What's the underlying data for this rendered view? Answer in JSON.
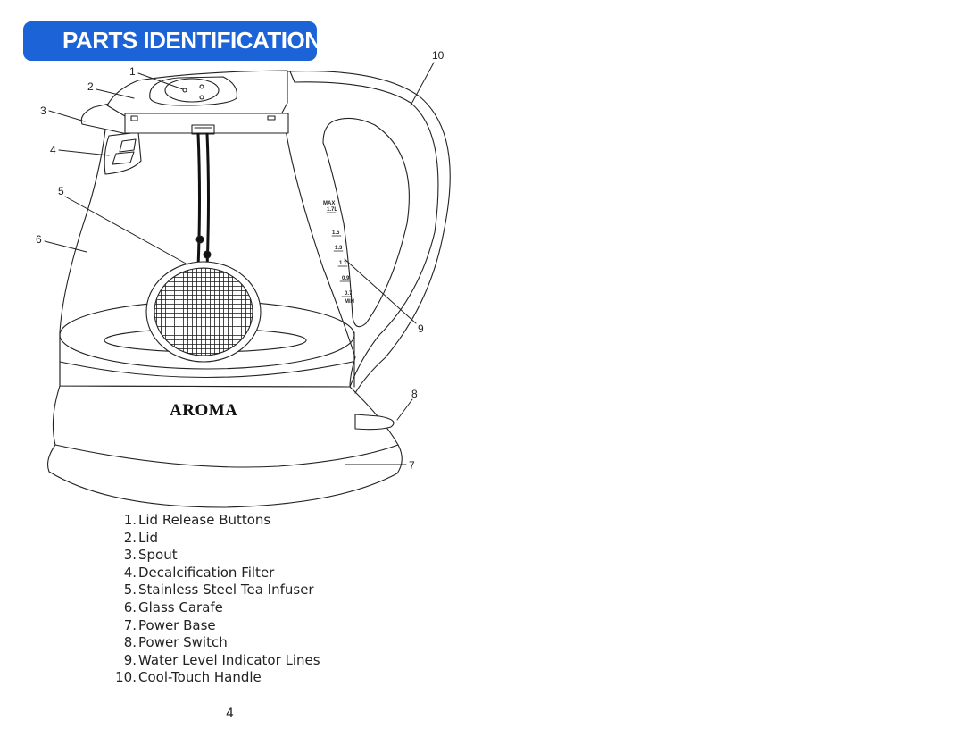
{
  "header": {
    "title": "PARTS IDENTIFICATION",
    "color": "#1d63d8"
  },
  "diagram": {
    "brand_logo": "AROMA",
    "level_marks": [
      "MAX",
      "1.7L",
      "1.5",
      "1.3",
      "1.1",
      "0.9",
      "0.7",
      "MIN"
    ],
    "callouts": [
      "1",
      "2",
      "3",
      "4",
      "5",
      "6",
      "7",
      "8",
      "9",
      "10"
    ]
  },
  "parts": [
    {
      "num": "1.",
      "label": "Lid Release Buttons"
    },
    {
      "num": "2.",
      "label": "Lid"
    },
    {
      "num": "3.",
      "label": "Spout"
    },
    {
      "num": "4.",
      "label": "Decalcification Filter"
    },
    {
      "num": "5.",
      "label": "Stainless Steel Tea Infuser"
    },
    {
      "num": "6.",
      "label": "Glass Carafe"
    },
    {
      "num": "7.",
      "label": "Power Base"
    },
    {
      "num": "8.",
      "label": "Power Switch"
    },
    {
      "num": "9.",
      "label": "Water Level Indicator Lines"
    },
    {
      "num": "10.",
      "label": "Cool-Touch Handle"
    }
  ],
  "page_number": "4"
}
